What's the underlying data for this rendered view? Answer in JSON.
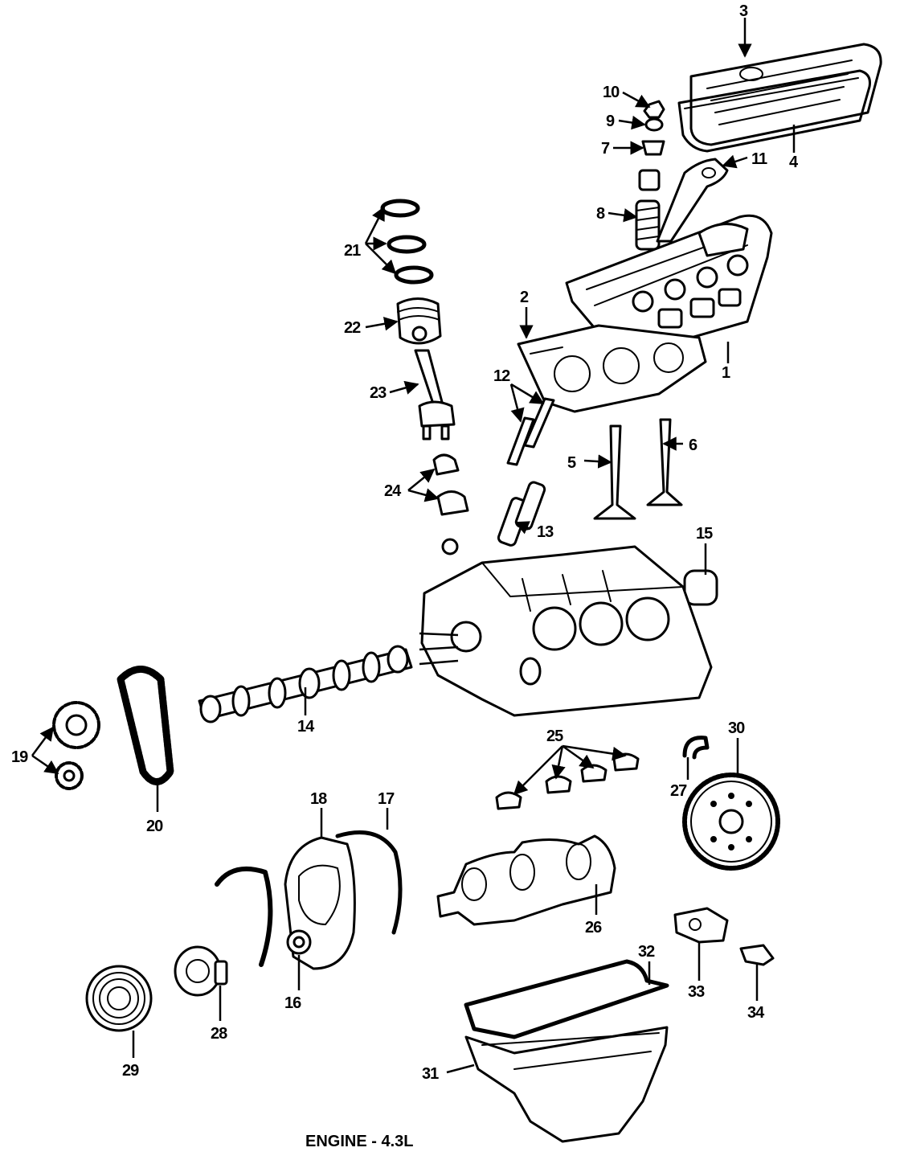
{
  "caption": "ENGINE - 4.3L",
  "callouts": {
    "c1": "1",
    "c2": "2",
    "c3": "3",
    "c4": "4",
    "c5": "5",
    "c6": "6",
    "c7": "7",
    "c8": "8",
    "c9": "9",
    "c10": "10",
    "c11": "11",
    "c12": "12",
    "c13": "13",
    "c14": "14",
    "c15": "15",
    "c16": "16",
    "c17": "17",
    "c18": "18",
    "c19": "19",
    "c20": "20",
    "c21": "21",
    "c22": "22",
    "c23": "23",
    "c24": "24",
    "c25": "25",
    "c26": "26",
    "c27": "27",
    "c28": "28",
    "c29": "29",
    "c30": "30",
    "c31": "31",
    "c32": "32",
    "c33": "33",
    "c34": "34"
  }
}
